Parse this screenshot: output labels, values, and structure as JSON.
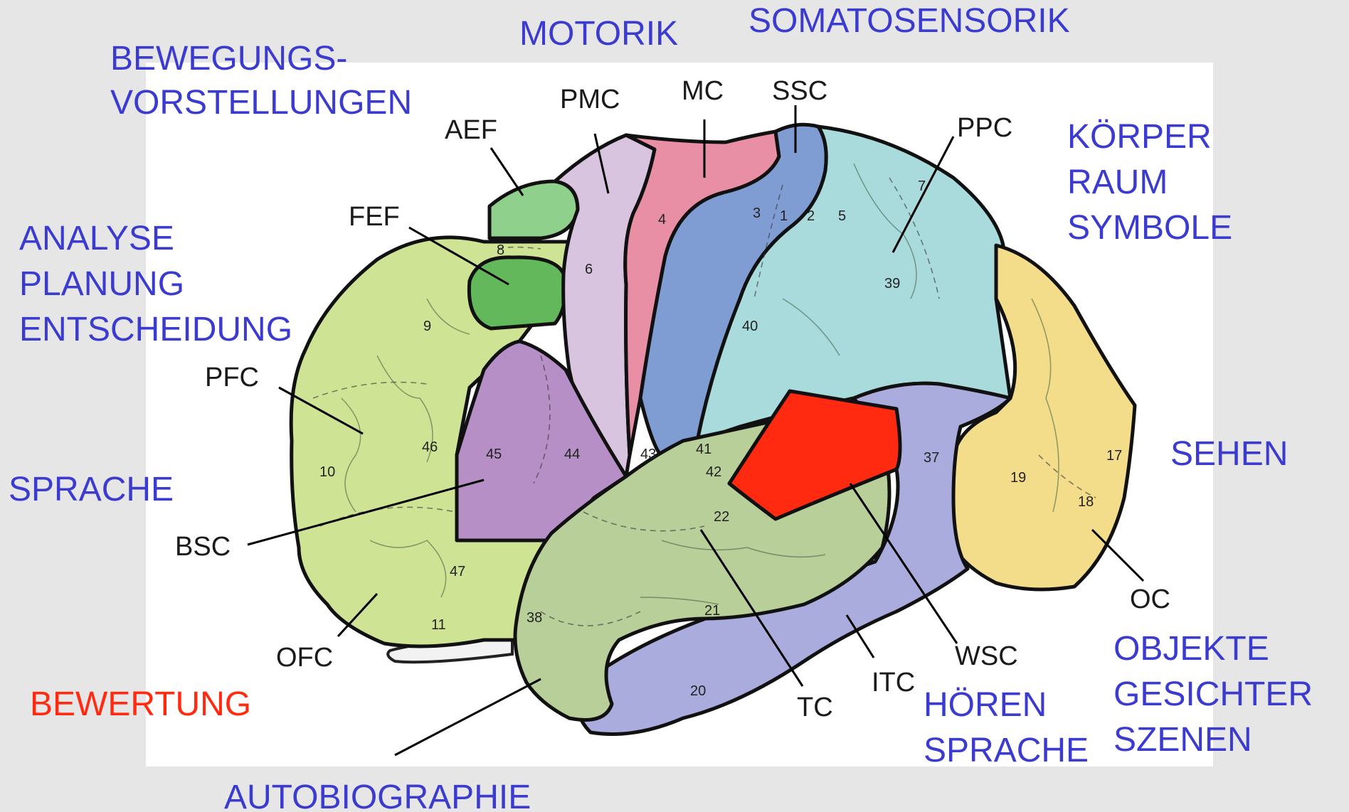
{
  "function_labels": {
    "bewegungsvorstellungen_1": "BEWEGUNGS-",
    "bewegungsvorstellungen_2": "VORSTELLUNGEN",
    "motorik": "MOTORIK",
    "somatosensorik": "SOMATOSENSORIK",
    "koerper": "KÖRPER",
    "raum": "RAUM",
    "symbole": "SYMBOLE",
    "analyse": "ANALYSE",
    "planung": "PLANUNG",
    "entscheidung": "ENTSCHEIDUNG",
    "sprache_left": "SPRACHE",
    "sehen": "SEHEN",
    "bewertung": "BEWERTUNG",
    "autobiographie": "AUTOBIOGRAPHIE",
    "hoeren": "HÖREN",
    "sprache_bottom": "SPRACHE",
    "objekte": "OBJEKTE",
    "gesichter": "GESICHTER",
    "szenen": "SZENEN"
  },
  "region_labels": {
    "aef": "AEF",
    "pmc": "PMC",
    "mc": "MC",
    "ssc": "SSC",
    "ppc": "PPC",
    "fef": "FEF",
    "pfc": "PFC",
    "bsc": "BSC",
    "ofc": "OFC",
    "tc": "TC",
    "itc": "ITC",
    "wsc": "WSC",
    "oc": "OC"
  },
  "area_numbers": {
    "a7": "7",
    "a5": "5",
    "a3": "3",
    "a1": "1",
    "a2": "2",
    "a4": "4",
    "a6": "6",
    "a8": "8",
    "a9": "9",
    "a39": "39",
    "a40": "40",
    "a10": "10",
    "a46": "46",
    "a45": "45",
    "a44": "44",
    "a43": "43",
    "a41": "41",
    "a42": "42",
    "a37": "37",
    "a19": "19",
    "a17": "17",
    "a18": "18",
    "a22": "22",
    "a47": "47",
    "a11": "11",
    "a38": "38",
    "a21": "21",
    "a20": "20"
  },
  "colors": {
    "background": "#e6e6e6",
    "function_text": "#3b3bd0",
    "highlight_text": "#ff2a10",
    "prefrontal": "#cfe395",
    "fef": "#63b85b",
    "aef": "#8fd08c",
    "premotor": "#d9c4e0",
    "broca": "#b78fc7",
    "motor": "#e88fa6",
    "somatosensory": "#7f9dd3",
    "parietal": "#a9dbdd",
    "occipital": "#f3dd8a",
    "temporal": "#b8cf9a",
    "inferior_temporal": "#a9acdc",
    "wernicke": "#ff2a10",
    "olfactory": "#f2f2f2"
  }
}
